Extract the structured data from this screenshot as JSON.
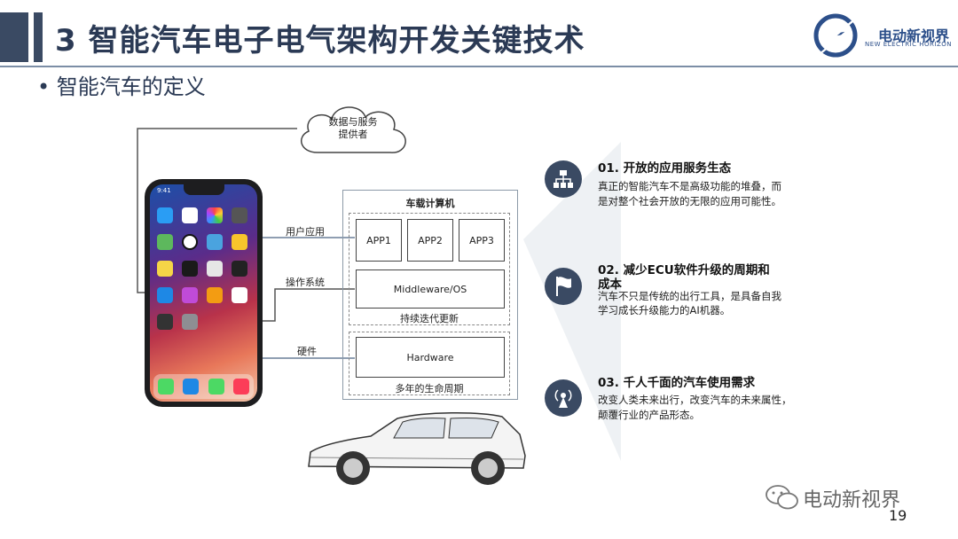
{
  "header": {
    "title": "3 智能汽车电子电气架构开发关键技术",
    "subtitle": "• 智能汽车的定义"
  },
  "logo": {
    "name": "电动新视界",
    "tagline": "NEW ELECTRIC HORIZON"
  },
  "diagram": {
    "cloud_label": "数据与服务\n提供者",
    "phone_time": "9:41",
    "computer_title": "车载计算机",
    "apps": [
      "APP1",
      "APP2",
      "APP3"
    ],
    "middleware": "Middleware/OS",
    "sw_caption": "持续迭代更新",
    "hardware": "Hardware",
    "hw_caption": "多年的生命周期",
    "label_user_app": "用户应用",
    "label_os": "操作系统",
    "label_hw": "硬件"
  },
  "items": [
    {
      "title": "01. 开放的应用服务生态",
      "body": [
        "真正的智能汽车不是高级功能的堆叠，而",
        "是对整个社会开放的无限的应用可能性。"
      ],
      "icon": "network-icon"
    },
    {
      "title": "02. 减少ECU软件升级的周期和",
      "title2": "成本",
      "body": [
        "汽车不只是传统的出行工具，是具备自我",
        "学习成长升级能力的AI机器。"
      ],
      "icon": "flag-icon"
    },
    {
      "title": "03. 千人千面的汽车使用需求",
      "body": [
        "改变人类未来出行，改变汽车的未来属性，",
        "颠覆行业的产品形态。"
      ],
      "icon": "antenna-icon"
    }
  ],
  "watermark": "电动新视界",
  "page_number": "19",
  "colors": {
    "accent": "#3a4a63",
    "title": "#2b3a55"
  }
}
